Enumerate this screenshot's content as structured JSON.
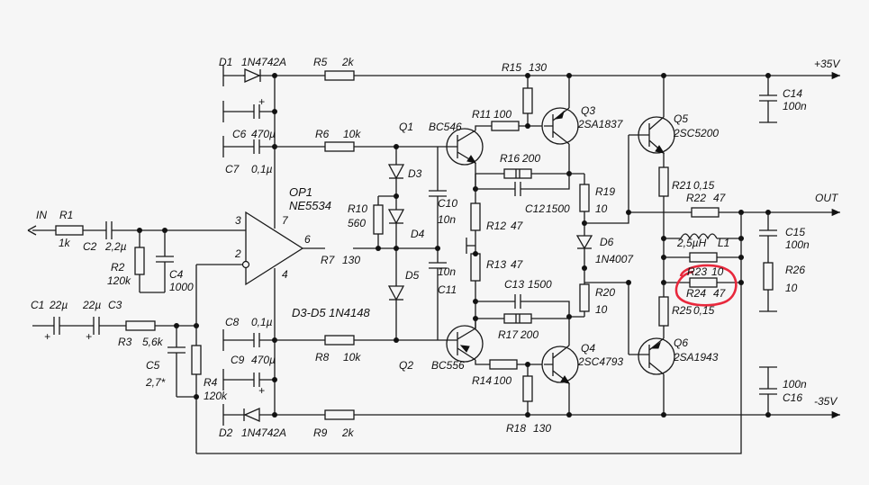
{
  "labels": {
    "d1": "D1",
    "d1_part": "1N4742A",
    "r5": "R5",
    "r5_val": "2k",
    "r15": "R15",
    "r15_val": "130",
    "plus35": "+35V",
    "c14": "C14",
    "c14_val": "100n",
    "c6": "C6",
    "c6_val": "470µ",
    "c7": "C7",
    "c7_val": "0,1µ",
    "r6": "R6",
    "r6_val": "10k",
    "q1": "Q1",
    "q1_part": "BC546",
    "r11": "R11",
    "r11_val": "100",
    "q3": "Q3",
    "q3_part": "2SA1837",
    "q5": "Q5",
    "q5_part": "2SC5200",
    "r16": "R16",
    "r16_val": "200",
    "d3": "D3",
    "r10": "R10",
    "r10_val": "560",
    "c10": "C10",
    "c10_val": "10n",
    "c12": "C12",
    "c12_val": "1500",
    "r19": "R19",
    "r19_val": "10",
    "r21": "R21",
    "r21_val": "0,15",
    "r22": "R22",
    "r22_val": "47",
    "out": "OUT",
    "op1": "OP1",
    "op1_part": "NE5534",
    "pin3": "3",
    "pin7": "7",
    "pin2": "2",
    "pin6": "6",
    "pin4": "4",
    "in": "IN",
    "r1": "R1",
    "r1_val": "1k",
    "c2": "C2",
    "c2_val": "2,2µ",
    "r2": "R2",
    "r2_val": "120k",
    "c4": "C4",
    "c4_val": "1000",
    "r7": "R7",
    "r7_val": "130",
    "d4": "D4",
    "r12": "R12",
    "r12_val": "47",
    "d6": "D6",
    "d6_part": "1N4007",
    "l1_val": "2,5µH",
    "l1": "L1",
    "c15": "C15",
    "c15_val": "100n",
    "r26": "R26",
    "r26_val": "10",
    "d5": "D5",
    "c11": "C11",
    "c11_val": "10n",
    "r13": "R13",
    "r13_val": "47",
    "r20": "R20",
    "r20_val": "10",
    "r23": "R23",
    "r23_val": "10",
    "r24": "R24",
    "r24_val": "47",
    "c1": "C1",
    "c1_val": "22µ",
    "c3": "C3",
    "c3_val": "22µ",
    "c13": "C13",
    "c13_val": "1500",
    "r25": "R25",
    "r25_val": "0,15",
    "r3": "R3",
    "r3_val": "5,6k",
    "c8": "C8",
    "c8_val": "0,1µ",
    "d35": "D3-D5 1N4148",
    "r17": "R17",
    "r17_val": "200",
    "c5": "C5",
    "c5_val": "2,7*",
    "c9": "C9",
    "c9_val": "470µ",
    "r8": "R8",
    "r8_val": "10k",
    "q2": "Q2",
    "q2_part": "BC556",
    "q4": "Q4",
    "q4_part": "2SC4793",
    "q6": "Q6",
    "q6_part": "2SA1943",
    "r4": "R4",
    "r4_val": "120k",
    "r14": "R14",
    "r14_val": "100",
    "c16": "C16",
    "c16_val": "100n",
    "minus35": "-35V",
    "d2": "D2",
    "d2_part": "1N4742A",
    "r9": "R9",
    "r9_val": "2k",
    "r18": "R18",
    "r18_val": "130",
    "plus": "+"
  },
  "colors": {
    "wire": "#1a1a1a",
    "highlight": "#e8283c",
    "background": "#f6f6f6"
  }
}
